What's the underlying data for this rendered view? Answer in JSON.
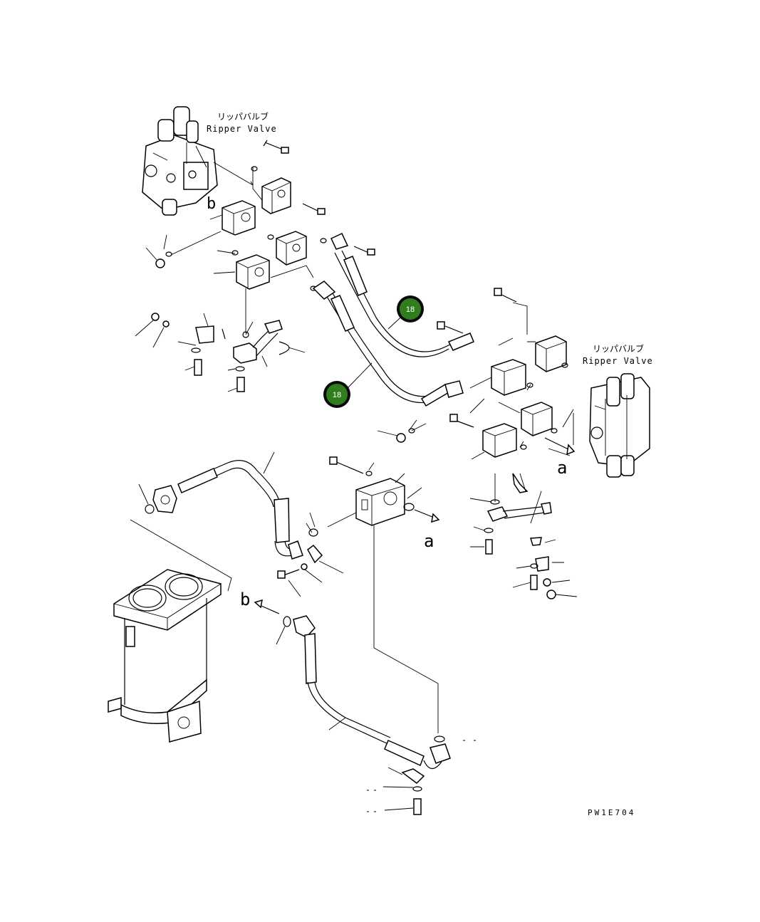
{
  "labels": {
    "valve_top_jp": "リッパバルブ",
    "valve_top_en": "Ripper Valve",
    "valve_right_jp": "リッパバルブ",
    "valve_right_en": "Ripper Valve",
    "ref_a_1": "a",
    "ref_a_2": "a",
    "ref_b_1": "b",
    "ref_b_2": "b",
    "drawing_code": "PW1E704"
  },
  "callouts": [
    {
      "number": "18",
      "color": "#2f7d1c"
    },
    {
      "number": "18",
      "color": "#2f7d1c"
    }
  ]
}
